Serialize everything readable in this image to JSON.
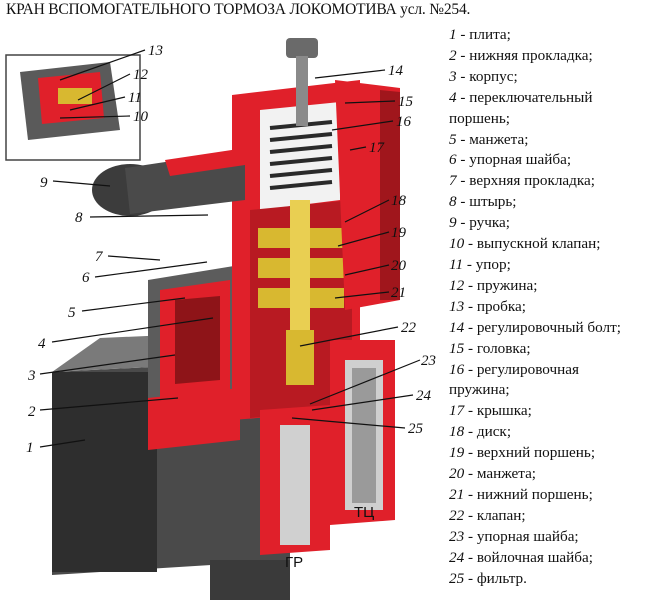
{
  "title": "КРАН ВСПОМОГАТЕЛЬНОГО ТОРМОЗА ЛОКОМОТИВА усл. №254.",
  "legend": [
    {
      "num": "1",
      "text": " - плита;"
    },
    {
      "num": "2",
      "text": " - нижняя прокладка;"
    },
    {
      "num": "3",
      "text": " - корпус;"
    },
    {
      "num": "4",
      "text": " - переключательный"
    },
    {
      "num": "",
      "text": "поршень;"
    },
    {
      "num": "5",
      "text": " - манжета;"
    },
    {
      "num": "6",
      "text": " - упорная шайба;"
    },
    {
      "num": "7",
      "text": " - верхняя прокладка;"
    },
    {
      "num": "8",
      "text": " - штырь;"
    },
    {
      "num": "9",
      "text": " - ручка;"
    },
    {
      "num": "10",
      "text": " - выпускной клапан;"
    },
    {
      "num": "11",
      "text": " - упор;"
    },
    {
      "num": "12",
      "text": " - пружина;"
    },
    {
      "num": "13",
      "text": " - пробка;"
    },
    {
      "num": "14",
      "text": " - регулировочный болт;"
    },
    {
      "num": "15",
      "text": " - головка;"
    },
    {
      "num": "16",
      "text": " - регулировочная"
    },
    {
      "num": "",
      "text": "пружина;"
    },
    {
      "num": "17",
      "text": " - крышка;"
    },
    {
      "num": "18",
      "text": " - диск;"
    },
    {
      "num": "19",
      "text": " - верхний поршень;"
    },
    {
      "num": "20",
      "text": " - манжета;"
    },
    {
      "num": "21",
      "text": " - нижний поршень;"
    },
    {
      "num": "22",
      "text": " - клапан;"
    },
    {
      "num": "23",
      "text": " - упорная шайба;"
    },
    {
      "num": "24",
      "text": " - войлочная шайба;"
    },
    {
      "num": "25",
      "text": " - фильтр."
    }
  ],
  "callouts": [
    "1",
    "2",
    "3",
    "4",
    "5",
    "6",
    "7",
    "8",
    "9",
    "10",
    "11",
    "12",
    "13",
    "14",
    "15",
    "16",
    "17",
    "18",
    "19",
    "20",
    "21",
    "22",
    "23",
    "24",
    "25"
  ],
  "ports": {
    "gr": "ГР",
    "tc": "ТЦ"
  },
  "colors": {
    "red": "#e0202a",
    "dark_red": "#8e1418",
    "grey": "#6e6e6e",
    "dark_grey": "#3a3a3a",
    "brass": "#d8b830"
  }
}
